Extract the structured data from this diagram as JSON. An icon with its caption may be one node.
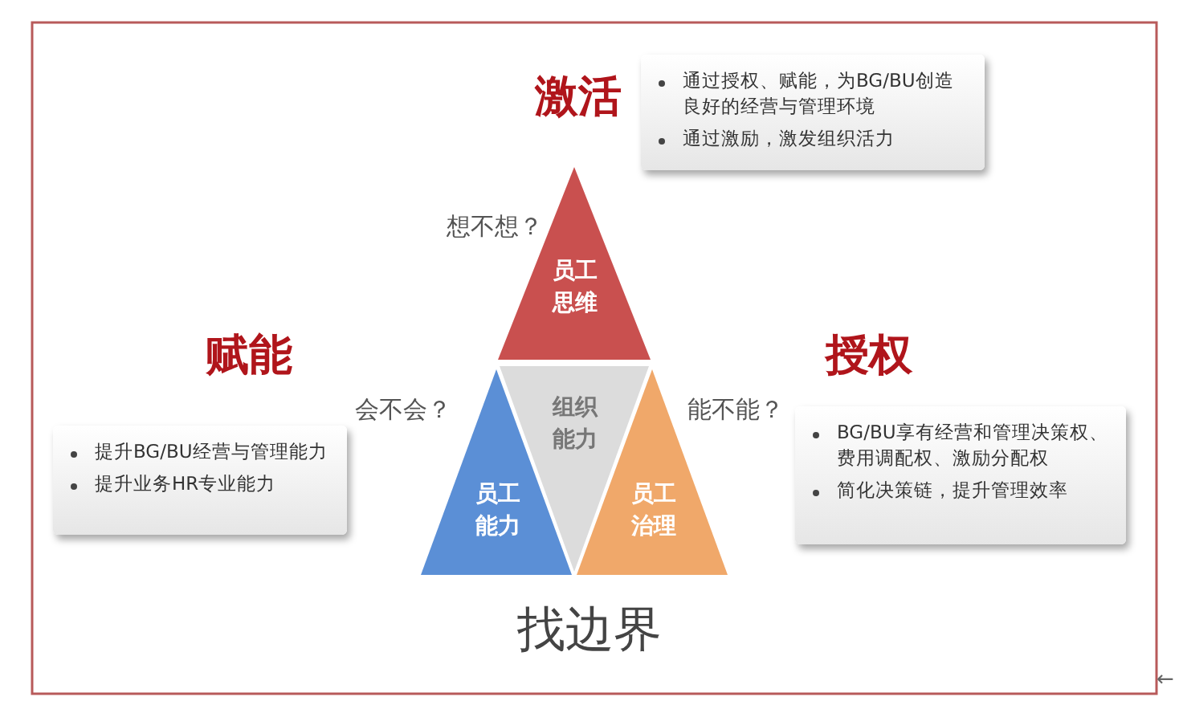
{
  "diagram": {
    "nodes": [
      {
        "text": [
          "员工思维"
        ]
      },
      {
        "text": [
          "组织能力"
        ]
      },
      {
        "text": [
          "员工能力"
        ]
      },
      {
        "text": [
          "员工治理"
        ]
      },
      {
        "text": [
          "通过授权、赋能，为BG/BU创造良好的经营与管理环境",
          "通过激励，激发组织活力"
        ]
      },
      {
        "text": [
          "提升BG/BU经营与管理能力",
          "提升业务HR专业能力"
        ]
      },
      {
        "text": [
          "BG/BU享有经营和管理决策权、费用调配权、激励分配权",
          "简化决策链，提升管理效率"
        ]
      }
    ],
    "labels": [
      "激活",
      "想不想？",
      "赋能",
      "会不会？",
      "能不能？",
      "授权",
      "找边界",
      "←"
    ]
  }
}
